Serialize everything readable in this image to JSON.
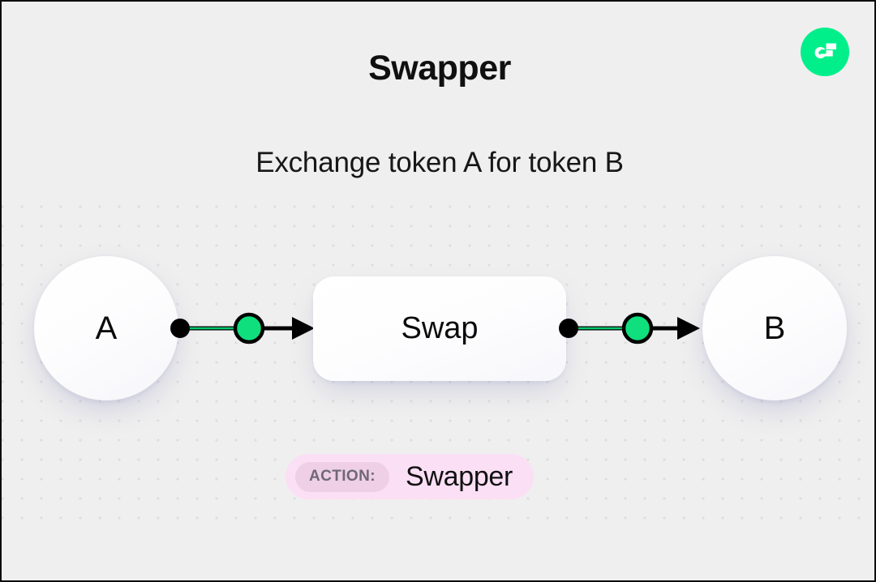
{
  "header": {
    "title": "Swapper",
    "subtitle": "Exchange token A for token B"
  },
  "brand": {
    "icon": "flow-logo-icon",
    "circle_color": "#00ef8b",
    "mark_color": "#ffffff"
  },
  "diagram": {
    "source_node": {
      "label": "A"
    },
    "process_node": {
      "label": "Swap"
    },
    "target_node": {
      "label": "B"
    },
    "edges": [
      {
        "from": "A",
        "to": "Swap",
        "dot_color": "#000000",
        "accent_color": "#00e57a"
      },
      {
        "from": "Swap",
        "to": "B",
        "dot_color": "#000000",
        "accent_color": "#00e57a"
      }
    ]
  },
  "badge": {
    "key": "ACTION:",
    "value": "Swapper",
    "bg_color": "#fbdff5",
    "key_bg_color": "#eecfe6"
  },
  "theme": {
    "background": "#efefef",
    "dot_color": "#dedede",
    "accent_green": "#00e57a",
    "text_color": "#101010"
  }
}
